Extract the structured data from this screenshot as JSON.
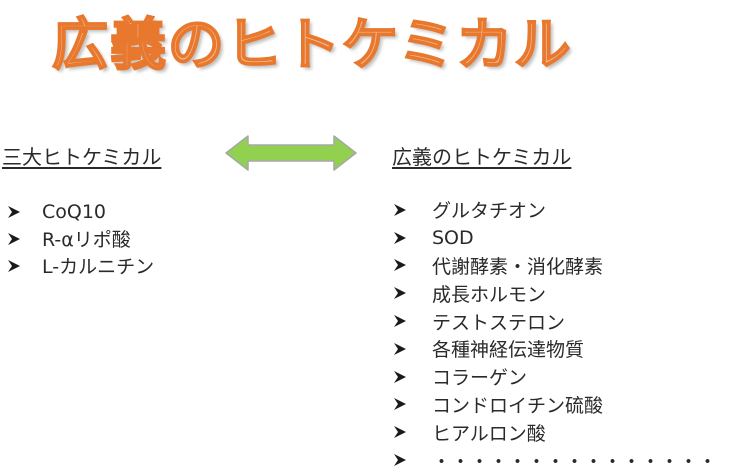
{
  "title": "広義のヒトケミカル",
  "left": {
    "heading": "三大ヒトケミカル",
    "items": [
      "CoQ10",
      "R-αリポ酸",
      "L-カルニチン"
    ]
  },
  "right": {
    "heading": "広義のヒトケミカル",
    "items": [
      "グルタチオン",
      "SOD",
      "代謝酵素・消化酵素",
      "成長ホルモン",
      "テストステロン",
      "各種神経伝達物質",
      "コラーゲン",
      "コンドロイチン硫酸",
      "ヒアルロン酸",
      "・・・・・・・・・・・・・・・"
    ]
  },
  "colors": {
    "title_fill": "#f6b98c",
    "title_stroke": "#e8782e",
    "arrow_fill": "#92d050",
    "arrow_stroke": "#a7a7a7"
  },
  "icons": {
    "bullet": "arrowhead-bullet-icon",
    "connector": "double-headed-arrow-icon"
  }
}
